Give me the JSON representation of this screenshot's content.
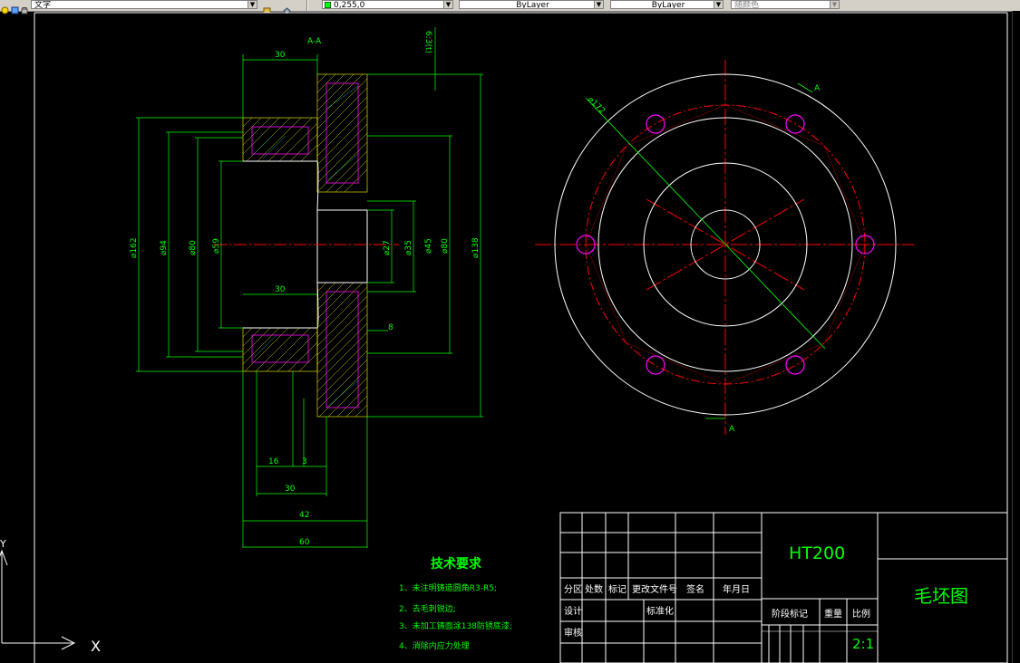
{
  "toolbar": {
    "text_style": "文字",
    "color_value": "0,255,0",
    "linetype": "ByLayer",
    "lineweight": "ByLayer",
    "plot_style": "随颜色"
  },
  "colors": {
    "background": "#000000",
    "outline": "#ffffff",
    "dimension": "#00ff00",
    "centerline": "#ff0000",
    "hatch": "#ffff00",
    "hole": "#ff00ff"
  },
  "drawing": {
    "section_label": "A-A",
    "cut_marker": "A",
    "ucs_y": "Y",
    "ucs_x": "X",
    "dims": {
      "top_30": "30",
      "top_right": "6:3(t)",
      "d162": "⌀162",
      "d94": "⌀94",
      "d80a": "⌀80",
      "d59": "⌀59",
      "inner_30": "30",
      "d27": "⌀27",
      "d35": "⌀35",
      "d45": "⌀45",
      "d80b": "⌀80",
      "d138": "⌀138",
      "eight": "8",
      "b16": "16",
      "b3": "3",
      "b30": "30",
      "b42": "42",
      "b60": "60",
      "d172": "⌀172"
    }
  },
  "tech_requirements": {
    "title": "技术要求",
    "items": [
      "1、未注明铸造圆角R3-R5;",
      "2、去毛刺锐边;",
      "3、未加工铸面涂138防锈底漆;",
      "4、消除内应力处理"
    ]
  },
  "title_block": {
    "material": "HT200",
    "drawing_name": "毛坯图",
    "headers": [
      "分区",
      "处数",
      "标记",
      "更改文件号",
      "签名",
      "年月日"
    ],
    "design": "设计",
    "standardization": "标准化",
    "review": "审核",
    "stage_mark": "阶段标记",
    "weight": "重量",
    "scale_label": "比例",
    "scale_value": "2:1"
  }
}
